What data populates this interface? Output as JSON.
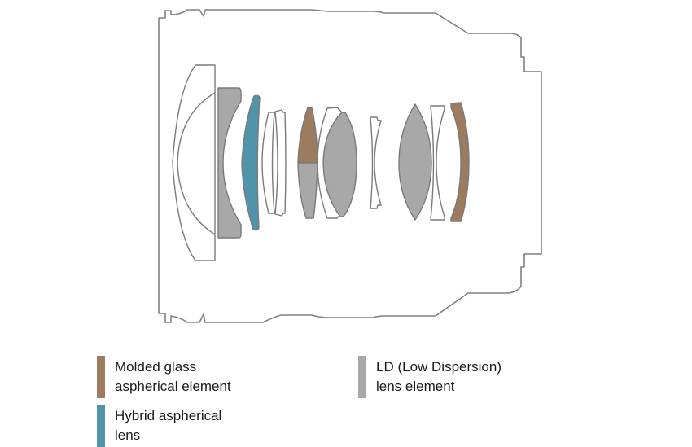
{
  "colors": {
    "outline": "#808080",
    "molded_glass": "#9c7b5e",
    "hybrid": "#4f94a8",
    "ld": "#a8a8a8",
    "plain": "#ffffff"
  },
  "diagram": {
    "title": "Lens construction diagram",
    "elements": [
      {
        "id": "e1",
        "type": "plain"
      },
      {
        "id": "e2",
        "type": "ld"
      },
      {
        "id": "e3",
        "type": "hybrid"
      },
      {
        "id": "e4",
        "type": "plain"
      },
      {
        "id": "e5",
        "type": "plain"
      },
      {
        "id": "e6",
        "type": "molded_glass+ld"
      },
      {
        "id": "e7",
        "type": "plain"
      },
      {
        "id": "e8",
        "type": "ld"
      },
      {
        "id": "e9",
        "type": "plain"
      },
      {
        "id": "e10",
        "type": "ld"
      },
      {
        "id": "e11",
        "type": "plain"
      },
      {
        "id": "e12",
        "type": "molded_glass"
      }
    ]
  },
  "legend": [
    {
      "key": "molded_glass",
      "line1": "Molded glass",
      "line2": "aspherical element"
    },
    {
      "key": "ld",
      "line1": "LD (Low Dispersion)",
      "line2": "lens element"
    },
    {
      "key": "hybrid",
      "line1": "Hybrid aspherical",
      "line2": "lens"
    }
  ]
}
